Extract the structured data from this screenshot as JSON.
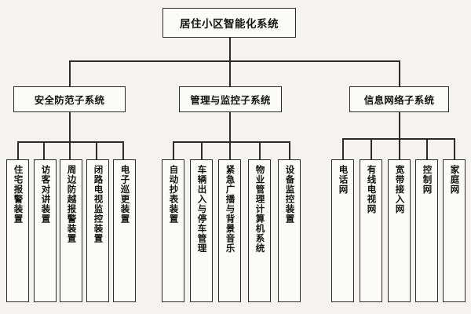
{
  "diagram": {
    "title": "居住小区智能化系统",
    "type": "org-tree",
    "levels": 3,
    "colors": {
      "background": "#f4f3f1",
      "box_fill": "#fbfbfa",
      "border": "#2b2b2b",
      "text": "#121212"
    },
    "root": {
      "label": "居住小区智能化系统"
    },
    "branches": [
      {
        "label": "安全防范子系统",
        "leaves": [
          {
            "label": "住宅报警装置"
          },
          {
            "label": "访客对讲装置"
          },
          {
            "label": "周边防越报警装置"
          },
          {
            "label": "闭路电视监控装置"
          },
          {
            "label": "电子巡更装置"
          }
        ]
      },
      {
        "label": "管理与监控子系统",
        "leaves": [
          {
            "label": "自动抄表装置"
          },
          {
            "label": "车辆出入与停车管理"
          },
          {
            "label": "紧急广播与背景音乐"
          },
          {
            "label": "物业管理计算机系统"
          },
          {
            "label": "设备监控装置"
          }
        ]
      },
      {
        "label": "信息网络子系统",
        "leaves": [
          {
            "label": "电话网"
          },
          {
            "label": "有线电视网"
          },
          {
            "label": "宽带接入网"
          },
          {
            "label": "控制网"
          },
          {
            "label": "家庭网"
          }
        ]
      }
    ]
  }
}
